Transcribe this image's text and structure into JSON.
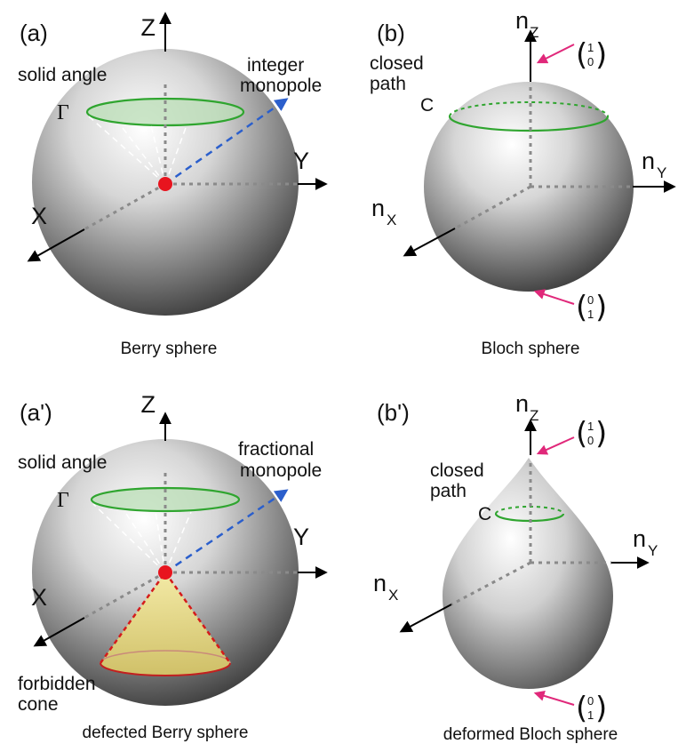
{
  "panels": {
    "a": {
      "label": "(a)",
      "axis_z": "Z",
      "axis_y": "Y",
      "axis_x": "X",
      "solid_angle": "solid angle",
      "gamma": "Γ",
      "monopole_line1": "integer",
      "monopole_line2": "monopole",
      "caption": "Berry sphere"
    },
    "b": {
      "label": "(b)",
      "axis_z": "n",
      "axis_z_sub": "Z",
      "axis_y": "n",
      "axis_y_sub": "Y",
      "axis_x": "n",
      "axis_x_sub": "X",
      "path_line1": "closed",
      "path_line2": "path",
      "path_symbol": "C",
      "spinor_top": [
        "1",
        "0"
      ],
      "spinor_bottom": [
        "0",
        "1"
      ],
      "caption": "Bloch sphere"
    },
    "a_prime": {
      "label": "(a')",
      "axis_z": "Z",
      "axis_y": "Y",
      "axis_x": "X",
      "solid_angle": "solid angle",
      "gamma": "Γ",
      "monopole_line1": "fractional",
      "monopole_line2": "monopole",
      "cone_line1": "forbidden",
      "cone_line2": "cone",
      "caption": "defected Berry sphere"
    },
    "b_prime": {
      "label": "(b')",
      "axis_z": "n",
      "axis_z_sub": "Z",
      "axis_y": "n",
      "axis_y_sub": "Y",
      "axis_x": "n",
      "axis_x_sub": "X",
      "path_line1": "closed",
      "path_line2": "path",
      "path_symbol": "C",
      "spinor_top": [
        "1",
        "0"
      ],
      "spinor_bottom": [
        "0",
        "1"
      ],
      "caption": "deformed Bloch sphere"
    }
  },
  "colors": {
    "path_green": "#2fa52f",
    "monopole_red": "#e8141e",
    "monopole_arrow_blue": "#2b5fcc",
    "spinor_arrow_pink": "#e0287a",
    "cone_yellow": "#ede08a",
    "cone_edge_red": "#d41b1b"
  }
}
